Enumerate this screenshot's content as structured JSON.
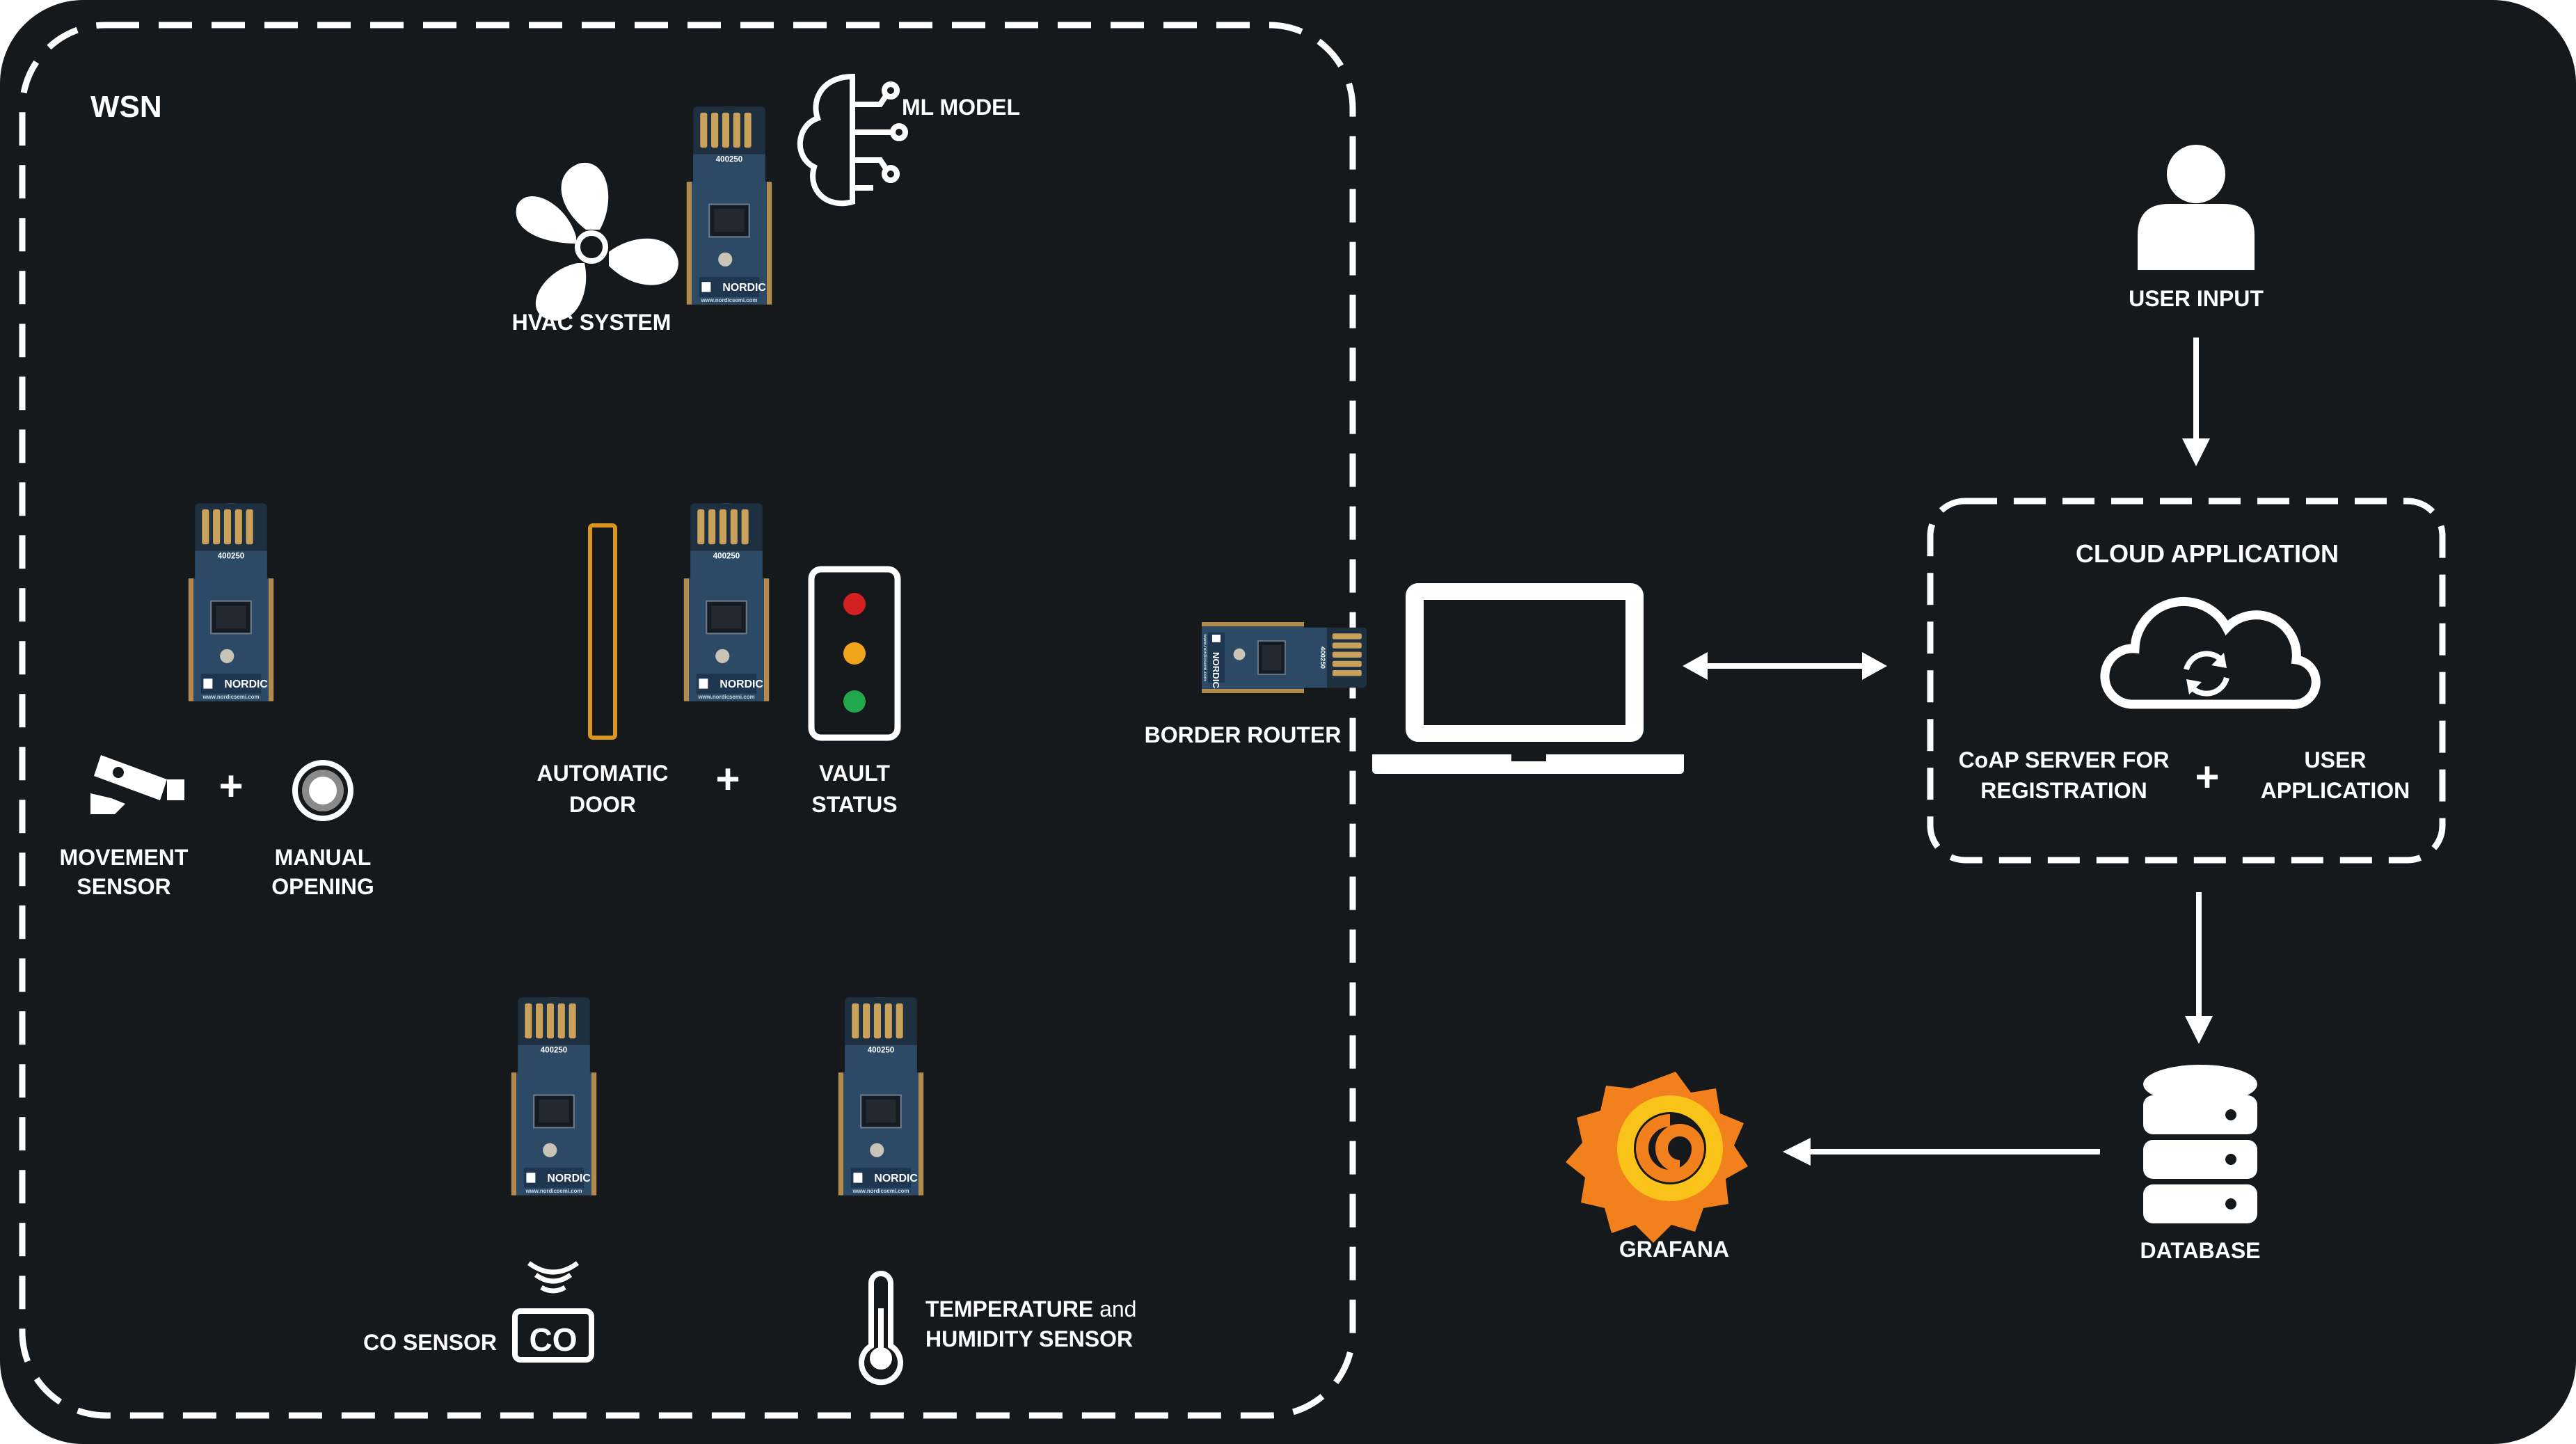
{
  "wsn": {
    "label": "WSN",
    "ml_model": "ML MODEL",
    "hvac": "HVAC SYSTEM",
    "movement": [
      "MOVEMENT",
      "SENSOR"
    ],
    "manual": [
      "MANUAL",
      "OPENING"
    ],
    "door": [
      "AUTOMATIC",
      "DOOR"
    ],
    "vault": [
      "VAULT",
      "STATUS"
    ],
    "co_sensor": "CO SENSOR",
    "co_symbol": "CO",
    "temperature": [
      "TEMPERATURE",
      "and"
    ],
    "humidity": "HUMIDITY SENSOR",
    "plus": "+",
    "board": {
      "brand": "NORDIC",
      "id": "400250",
      "url": "www.nordicsemi.com"
    }
  },
  "border_router": "BORDER ROUTER",
  "user_input": "USER INPUT",
  "cloud": {
    "title": "CLOUD APPLICATION",
    "coap": [
      "CoAP SERVER FOR",
      "REGISTRATION"
    ],
    "plus": "+",
    "user_app": [
      "USER",
      "APPLICATION"
    ]
  },
  "database": "DATABASE",
  "grafana": "GRAFANA",
  "colors": {
    "background": "#16191c",
    "stroke": "#ffffff",
    "board_blue": "#2c4a66",
    "gold": "#b28a4c",
    "door_orange": "#d9951c",
    "traffic_red": "#d32020",
    "traffic_amber": "#f0a41c",
    "traffic_green": "#22a84c",
    "grafana_orange": "#f2811d",
    "grafana_yellow": "#f9c31a"
  }
}
